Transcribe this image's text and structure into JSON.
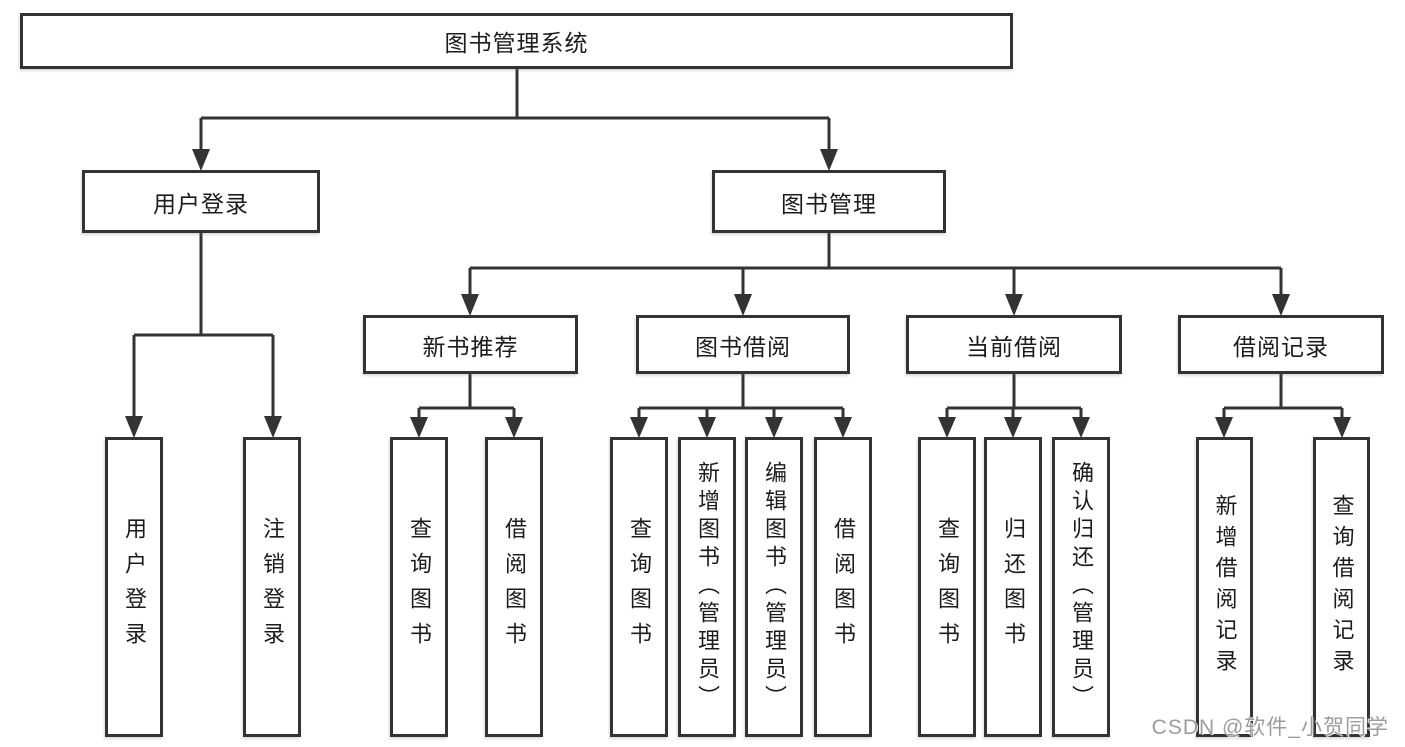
{
  "diagram": {
    "root": {
      "label": "图书管理系统"
    },
    "level2": [
      {
        "label": "用户登录"
      },
      {
        "label": "图书管理"
      }
    ],
    "level3": [
      {
        "label": "新书推荐"
      },
      {
        "label": "图书借阅"
      },
      {
        "label": "当前借阅"
      },
      {
        "label": "借阅记录"
      }
    ],
    "leaves": [
      {
        "label": "用户登录"
      },
      {
        "label": "注销登录"
      },
      {
        "label": "查询图书"
      },
      {
        "label": "借阅图书"
      },
      {
        "label": "查询图书"
      },
      {
        "label": "新增图书（管理员）"
      },
      {
        "label": "编辑图书（管理员）"
      },
      {
        "label": "借阅图书"
      },
      {
        "label": "查询图书"
      },
      {
        "label": "归还图书"
      },
      {
        "label": "确认归还（管理员）"
      },
      {
        "label": "新增借阅记录"
      },
      {
        "label": "查询借阅记录"
      }
    ]
  },
  "watermark": {
    "text": "CSDN @软件_小贺同学"
  },
  "colors": {
    "line": "#333333",
    "text": "#1c1c1c",
    "watermark": "#9c9c9c",
    "background": "#ffffff"
  }
}
